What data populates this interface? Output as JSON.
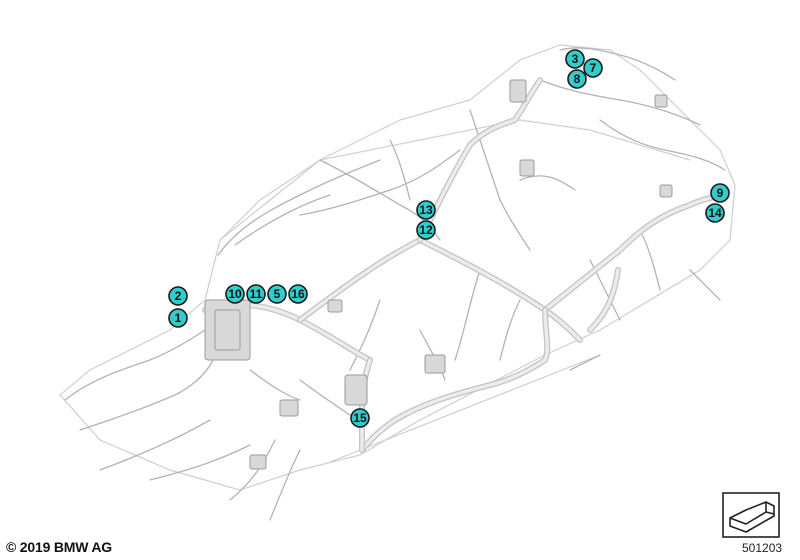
{
  "footer": {
    "copyright": "© 2019 BMW AG",
    "part_number": "501203"
  },
  "colors": {
    "callout_fill": "#33cccc",
    "callout_stroke": "#1a1a1a",
    "harness": "#c4c4c4"
  },
  "icons": {
    "view_direction": "car-view-direction-icon"
  },
  "callouts": [
    {
      "label": "1"
    },
    {
      "label": "2"
    },
    {
      "label": "3"
    },
    {
      "label": "7"
    },
    {
      "label": "8"
    },
    {
      "label": "9"
    },
    {
      "label": "14"
    },
    {
      "label": "13"
    },
    {
      "label": "12"
    },
    {
      "label": "10"
    },
    {
      "label": "11"
    },
    {
      "label": "5"
    },
    {
      "label": "16"
    },
    {
      "label": "15"
    }
  ]
}
